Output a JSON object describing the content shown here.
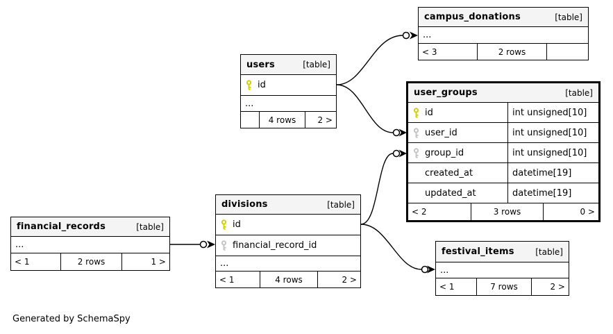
{
  "note": "Generated by SchemaSpy",
  "colors": {
    "primary_key": "#d1d100",
    "foreign_key": "#c4c4c4",
    "header_bg": "#f4f4f4",
    "border": "#000000",
    "background": "#ffffff"
  },
  "tables": {
    "campus_donations": {
      "name": "campus_donations",
      "tag": "[table]",
      "columns": [
        {
          "label": "..."
        }
      ],
      "stats": {
        "prev": "< 3",
        "rows": "2 rows",
        "next": ""
      }
    },
    "users": {
      "name": "users",
      "tag": "[table]",
      "columns": [
        {
          "key": "primary",
          "label": "id"
        },
        {
          "label": "..."
        }
      ],
      "stats": {
        "prev": "",
        "rows": "4 rows",
        "next": "2 >"
      }
    },
    "user_groups": {
      "name": "user_groups",
      "tag": "[table]",
      "columns": [
        {
          "key": "primary",
          "label": "id",
          "type": "int unsigned[10]"
        },
        {
          "key": "foreign",
          "label": "user_id",
          "type": "int unsigned[10]"
        },
        {
          "key": "foreign",
          "label": "group_id",
          "type": "int unsigned[10]"
        },
        {
          "label": "created_at",
          "type": "datetime[19]"
        },
        {
          "label": "updated_at",
          "type": "datetime[19]"
        }
      ],
      "stats": {
        "prev": "< 2",
        "rows": "3 rows",
        "next": "0 >"
      }
    },
    "divisions": {
      "name": "divisions",
      "tag": "[table]",
      "columns": [
        {
          "key": "primary",
          "label": "id"
        },
        {
          "key": "foreign",
          "label": "financial_record_id"
        },
        {
          "label": "..."
        }
      ],
      "stats": {
        "prev": "< 1",
        "rows": "4 rows",
        "next": "2 >"
      }
    },
    "financial_records": {
      "name": "financial_records",
      "tag": "[table]",
      "columns": [
        {
          "label": "..."
        }
      ],
      "stats": {
        "prev": "< 1",
        "rows": "2 rows",
        "next": "1 >"
      }
    },
    "festival_items": {
      "name": "festival_items",
      "tag": "[table]",
      "columns": [
        {
          "label": "..."
        }
      ],
      "stats": {
        "prev": "< 1",
        "rows": "7 rows",
        "next": "2 >"
      }
    }
  },
  "relationships": [
    {
      "from": "users.id",
      "to": "campus_donations"
    },
    {
      "from": "users.id",
      "to": "user_groups.user_id"
    },
    {
      "from": "divisions.id",
      "to": "user_groups.group_id"
    },
    {
      "from": "divisions.id",
      "to": "festival_items"
    },
    {
      "from": "financial_records",
      "to": "divisions.financial_record_id"
    }
  ]
}
